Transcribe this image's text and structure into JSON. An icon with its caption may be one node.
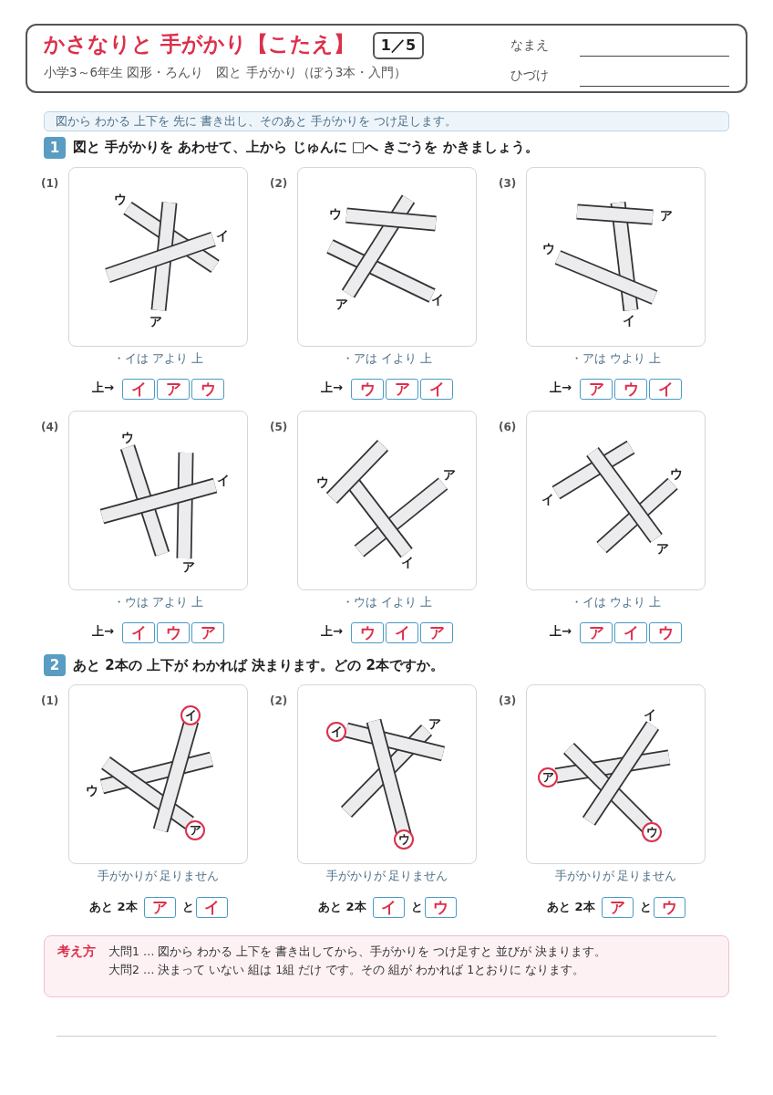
{
  "diagram": {
    "nodes": [
      {
        "text": [
          "かさなりと 手がかり【こたえ】",
          "小学3～6年生 図形・ろんり　図と 手がかり（ぼう3本・入門）"
        ]
      },
      {
        "text": [
          "1／5"
        ],
        "in": 0
      },
      {
        "text": [
          "図から わかる 上下を 先に 書き出し、そのあと 手がかりを つけ足します。"
        ]
      },
      {
        "text": [
          "1"
        ]
      },
      {
        "text": [
          "ウ",
          "イ",
          "ア"
        ],
        "beside": [
          "(1)",
          "・イは アより 上"
        ]
      },
      {
        "text": [
          "イ"
        ]
      },
      {
        "text": [
          "ア"
        ]
      },
      {
        "text": [
          "ウ"
        ]
      },
      {
        "text": [
          "ウ",
          "イ",
          "ア"
        ],
        "beside": [
          "(2)",
          "・アは イより 上"
        ]
      },
      {
        "text": [
          "ウ"
        ]
      },
      {
        "text": [
          "ア"
        ]
      },
      {
        "text": [
          "イ"
        ]
      },
      {
        "text": [
          "ア",
          "ウ",
          "イ"
        ],
        "beside": [
          "(3)",
          "・アは ウより 上"
        ]
      },
      {
        "text": [
          "ア"
        ]
      },
      {
        "text": [
          "ウ"
        ]
      },
      {
        "text": [
          "イ"
        ]
      },
      {
        "text": [
          "ウ",
          "イ",
          "ア"
        ],
        "beside": [
          "(4)",
          "・ウは アより 上"
        ]
      },
      {
        "text": [
          "イ"
        ]
      },
      {
        "text": [
          "ウ"
        ]
      },
      {
        "text": [
          "ア"
        ]
      },
      {
        "text": [
          "ア",
          "ウ",
          "イ"
        ],
        "beside": [
          "(5)",
          "・ウは イより 上"
        ]
      },
      {
        "text": [
          "ウ"
        ]
      },
      {
        "text": [
          "イ"
        ]
      },
      {
        "text": [
          "ア"
        ]
      },
      {
        "text": [
          "ウ",
          "イ",
          "ア"
        ],
        "beside": [
          "(6)",
          "・イは ウより 上"
        ]
      },
      {
        "text": [
          "ア"
        ]
      },
      {
        "text": [
          "イ"
        ]
      },
      {
        "text": [
          "ウ"
        ]
      },
      {
        "text": [
          "2"
        ]
      },
      {
        "text": [
          "ウ"
        ],
        "beside": [
          "(1)",
          "手がかりが 足りません"
        ]
      },
      {
        "text": [
          "イ"
        ],
        "in": 29
      },
      {
        "text": [
          "ア"
        ],
        "in": 29
      },
      {
        "text": [
          "ア"
        ]
      },
      {
        "text": [
          "イ"
        ]
      },
      {
        "text": [
          "ア"
        ],
        "beside": [
          "(2)",
          "手がかりが 足りません"
        ]
      },
      {
        "text": [
          "イ"
        ],
        "in": 34
      },
      {
        "text": [
          "ウ"
        ],
        "in": 34
      },
      {
        "text": [
          "イ"
        ]
      },
      {
        "text": [
          "ウ"
        ]
      },
      {
        "text": [
          "イ"
        ],
        "beside": [
          "(3)",
          "手がかりが 足りません"
        ]
      },
      {
        "text": [
          "ア"
        ],
        "in": 39
      },
      {
        "text": [
          "ウ"
        ],
        "in": 39
      },
      {
        "text": [
          "ア"
        ]
      },
      {
        "text": [
          "ウ"
        ]
      },
      {
        "text": [
          "考え方",
          "大問1 … 図から わかる 上下を 書き出してから、手がかりを つけ足すと 並びが 決まります。",
          "大問2 … 決まって いない 組は 1組 だけ です。その 組が わかれば 1とおりに なります。"
        ]
      }
    ],
    "labels": [
      "なまえ",
      "ひづけ",
      "図と 手がかりを あわせて、上から じゅんに □へ きごうを かきましょう。",
      "上→",
      "上→",
      "上→",
      "上→",
      "上→",
      "上→",
      "あと 2本の 上下が わかれば 決まります。どの 2本ですか。",
      "あと 2本",
      "と",
      "あと 2本",
      "と",
      "あと 2本",
      "と"
    ]
  }
}
